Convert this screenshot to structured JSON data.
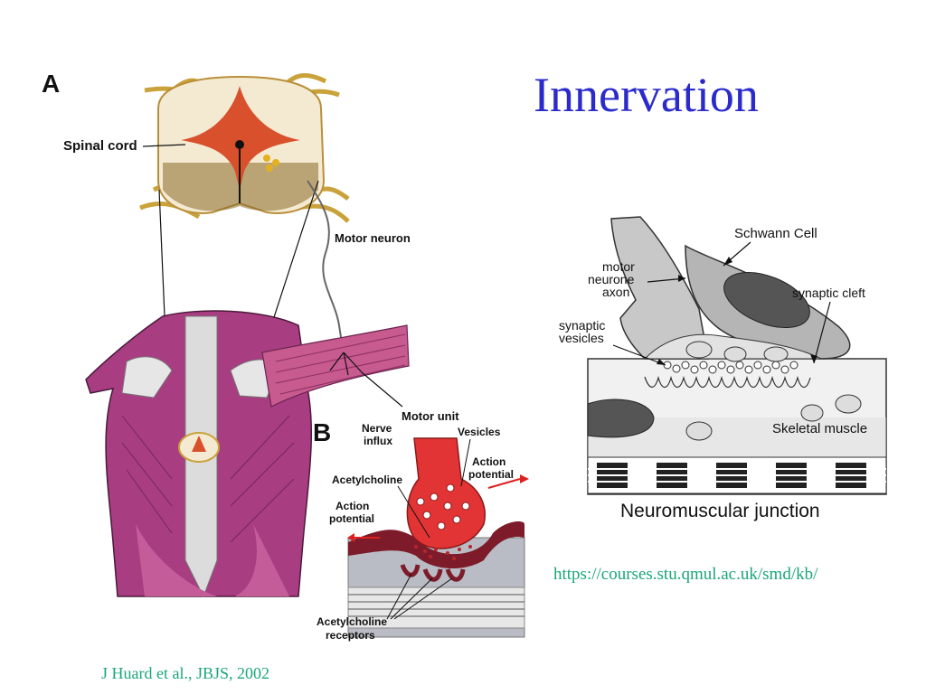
{
  "slide": {
    "title": "Innervation",
    "citation_left": "J Huard et al., JBJS, 2002",
    "citation_right": "https://courses.stu.qmul.ac.uk/smd/kb/"
  },
  "figure_left": {
    "panel_a_label": "A",
    "panel_b_label": "B",
    "labels": {
      "spinal_cord": "Spinal cord",
      "motor_neuron": "Motor neuron",
      "motor_unit": "Motor unit",
      "nerve_influx_1": "Nerve",
      "nerve_influx_2": "influx",
      "vesicles": "Vesicles",
      "acetylcholine": "Acetylcholine",
      "action_potential_left_1": "Action",
      "action_potential_left_2": "potential",
      "action_potential_right_1": "Action",
      "action_potential_right_2": "potential",
      "ach_receptors_1": "Acetylcholine",
      "ach_receptors_2": "receptors"
    }
  },
  "figure_right": {
    "labels": {
      "schwann_cell": "Schwann Cell",
      "motor_1": "motor",
      "motor_2": "neurone",
      "motor_3": "axon",
      "synaptic_cleft": "synaptic cleft",
      "synaptic_vesicles_1": "synaptic",
      "synaptic_vesicles_2": "vesicles",
      "skeletal_muscle": "Skeletal muscle",
      "caption": "Neuromuscular junction"
    }
  }
}
